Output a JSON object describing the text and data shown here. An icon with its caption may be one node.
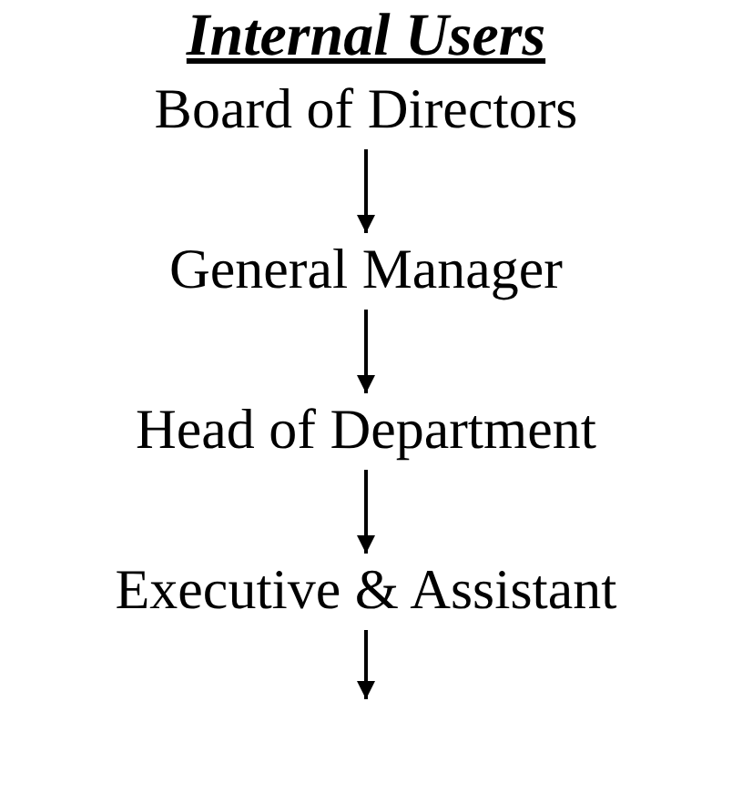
{
  "diagram": {
    "title": "Internal Users",
    "nodes": [
      {
        "text": [
          "Board of Directors"
        ]
      },
      {
        "text": [
          "General Manager"
        ]
      },
      {
        "text": [
          "Head of Department"
        ]
      },
      {
        "text": [
          "Executive & Assistant"
        ]
      }
    ],
    "edges": [
      {
        "from": 0,
        "to": 1,
        "arrow": "to"
      },
      {
        "from": 1,
        "to": 2,
        "arrow": "to"
      },
      {
        "from": 2,
        "to": 3,
        "arrow": "to"
      },
      {
        "from": 3,
        "to": null,
        "arrow": "to"
      }
    ]
  }
}
